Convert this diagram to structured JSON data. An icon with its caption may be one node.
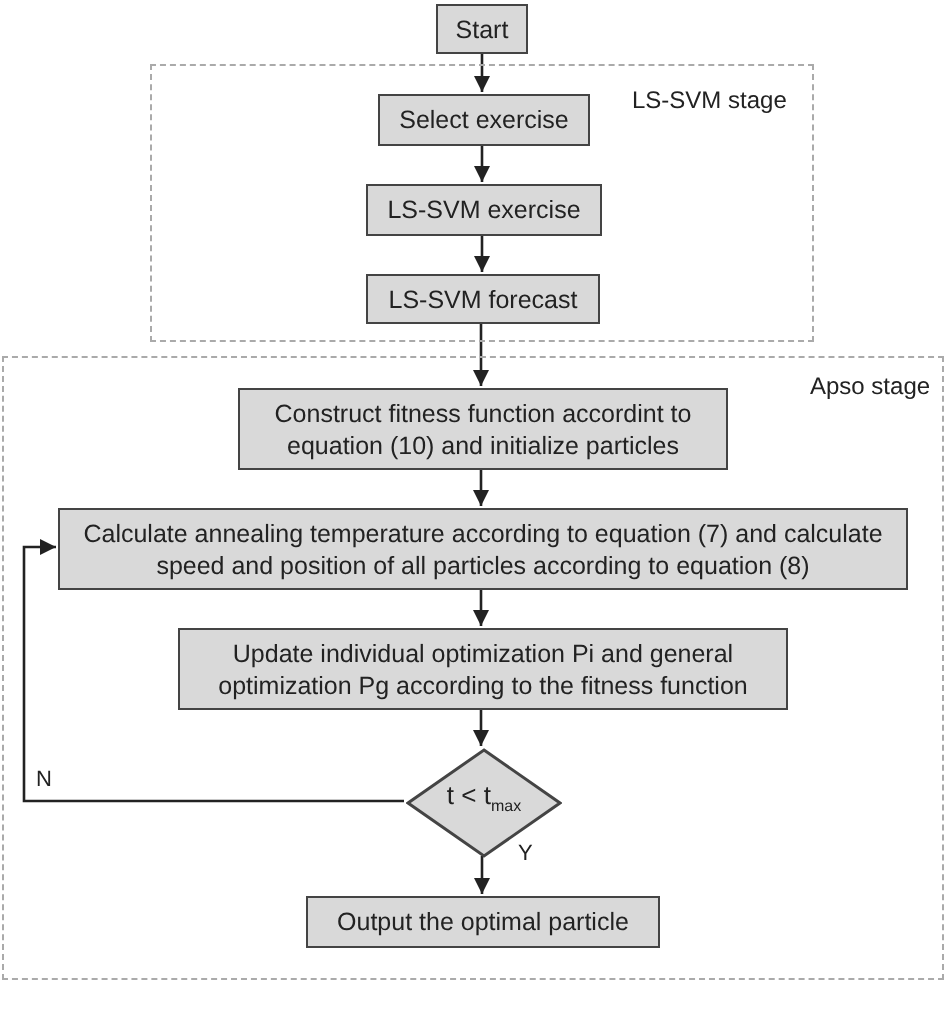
{
  "diagram": {
    "nodes": [
      {
        "text": [
          "Start"
        ]
      },
      {
        "text": [
          "LS-SVM stage"
        ]
      },
      {
        "text": [
          "Select exercise"
        ],
        "in": 1
      },
      {
        "text": [
          "LS-SVM exercise"
        ],
        "in": 1
      },
      {
        "text": [
          "LS-SVM forecast"
        ],
        "in": 1
      },
      {
        "text": [
          "Apso stage"
        ]
      },
      {
        "text": [
          "Construct fitness function accordint to equation (10) and initialize particles"
        ],
        "in": 5
      },
      {
        "text": [
          "Calculate annealing temperature according to equation (7) and calculate speed and position of all particles according to equation (8)"
        ],
        "in": 5
      },
      {
        "text": [
          "Update individual optimization Pi and general optimization Pg according to the fitness function"
        ],
        "in": 5
      },
      {
        "text": [
          "t < t$_{max}$"
        ],
        "in": 5
      },
      {
        "text": [
          "Output the optimal particle"
        ],
        "in": 5
      }
    ],
    "edges": [
      {
        "from": 0,
        "to": 2,
        "arrow": "to"
      },
      {
        "from": 2,
        "to": 3,
        "arrow": "to"
      },
      {
        "from": 3,
        "to": 4,
        "arrow": "to"
      },
      {
        "from": 4,
        "to": 6,
        "arrow": "to"
      },
      {
        "from": 6,
        "to": 7,
        "arrow": "to"
      },
      {
        "from": 7,
        "to": 8,
        "arrow": "to"
      },
      {
        "from": 8,
        "to": 9,
        "arrow": "to"
      },
      {
        "from": 9,
        "to": 7,
        "arrow": "to",
        "label": "N"
      },
      {
        "from": 9,
        "to": 10,
        "arrow": "to",
        "label": "Y"
      }
    ]
  }
}
